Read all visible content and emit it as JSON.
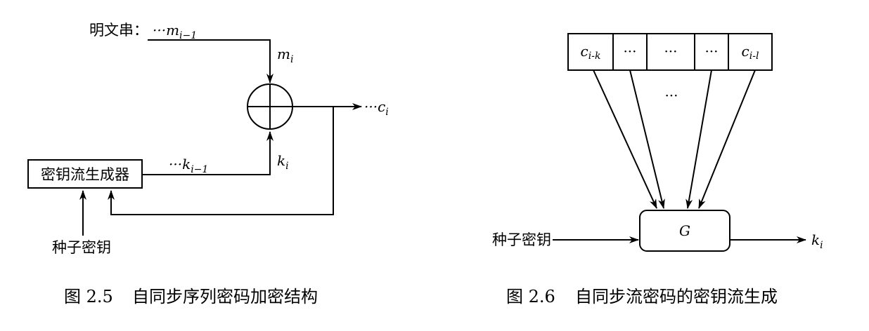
{
  "figure_left": {
    "plaintext_label": "明文串：",
    "plaintext_stream": "···m",
    "plaintext_stream_sub": "i−1",
    "plaintext_input": "m",
    "plaintext_input_sub": "i",
    "ciphertext_output": "···c",
    "ciphertext_output_sub": "i",
    "keystream_input": "k",
    "keystream_input_sub": "i",
    "keystream_stream": "···k",
    "keystream_stream_sub": "i−1",
    "generator_label": "密钥流生成器",
    "seed_key_label": "种子密钥",
    "caption_number": "图 2.5",
    "caption_text": "自同步序列密码加密结构"
  },
  "figure_right": {
    "register_cells": [
      {
        "main": "c",
        "sub": "i-k"
      },
      {
        "main": "···",
        "sub": ""
      },
      {
        "main": "···",
        "sub": ""
      },
      {
        "main": "···",
        "sub": ""
      },
      {
        "main": "c",
        "sub": "i-l"
      }
    ],
    "middle_dots": "···",
    "function_label": "G",
    "seed_key_label": "种子密钥",
    "output": "k",
    "output_sub": "i",
    "caption_number": "图 2.6",
    "caption_text": "自同步流密码的密钥流生成"
  }
}
